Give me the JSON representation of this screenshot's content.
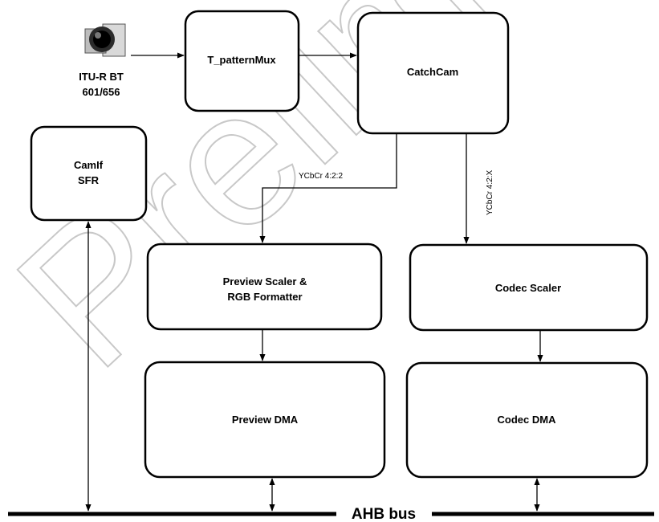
{
  "source": {
    "label_line1": "ITU-R BT",
    "label_line2": "601/656",
    "icon": "camera-sensor-icon"
  },
  "blocks": {
    "pattern_mux": "T_patternMux",
    "catchcam": "CatchCam",
    "camif_line1": "CamIf",
    "camif_line2": "SFR",
    "preview_scaler_line1": "Preview Scaler &",
    "preview_scaler_line2": "RGB Formatter",
    "codec_scaler": "Codec Scaler",
    "preview_dma": "Preview DMA",
    "codec_dma": "Codec DMA"
  },
  "signals": {
    "preview_format": "YCbCr 4:2:2",
    "codec_format": "YCbCr 4:2:X"
  },
  "bus": {
    "label": "AHB bus"
  },
  "watermark": "Preliminary"
}
